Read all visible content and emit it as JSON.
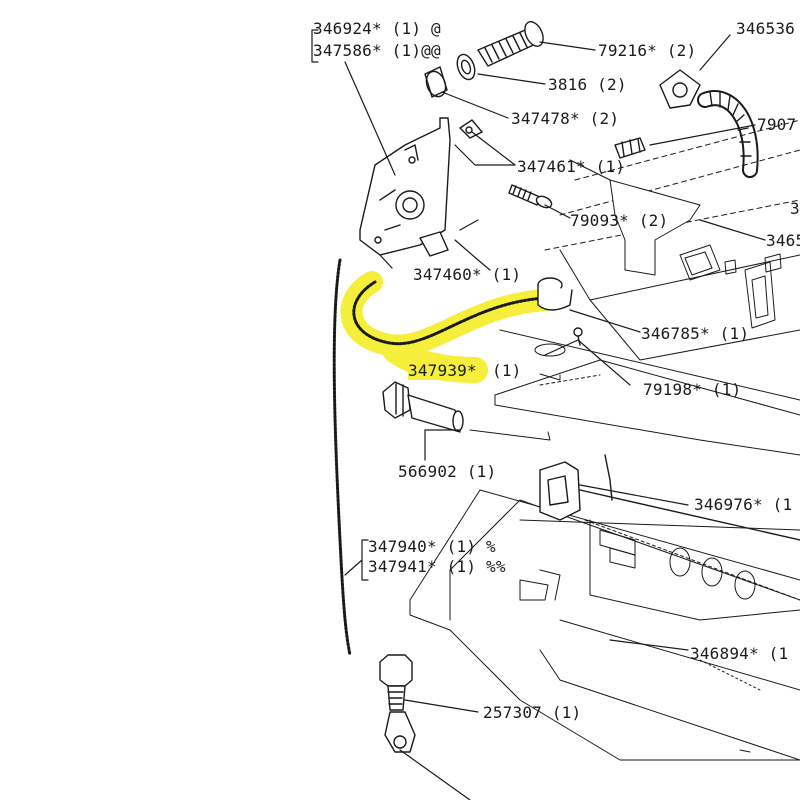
{
  "labels": {
    "l346924": "346924* (1) @",
    "l347586": "347586* (1)@@",
    "l79216": "79216* (2)",
    "l346536": "346536",
    "l3816": "3816 (2)",
    "l347478": "347478* (2)",
    "l7907": "7907",
    "l347461": "347461* (1)",
    "l79093": "79093* (2)",
    "l3": "3",
    "l3465": "3465",
    "l347460": "347460* (1)",
    "l346785": "346785* (1)",
    "l347939": "347939*",
    "l347939q": "(1)",
    "l79198": "79198* (1)",
    "l566902": "566902 (1)",
    "l346976": "346976* (1",
    "l347940": "347940* (1) %",
    "l347941": "347941* (1) %%",
    "l346894": "346894* (1",
    "l257307": "257307 (1)"
  },
  "colors": {
    "line": "#1a1a1a",
    "highlight": "#f5ee3a",
    "background": "#ffffff"
  }
}
